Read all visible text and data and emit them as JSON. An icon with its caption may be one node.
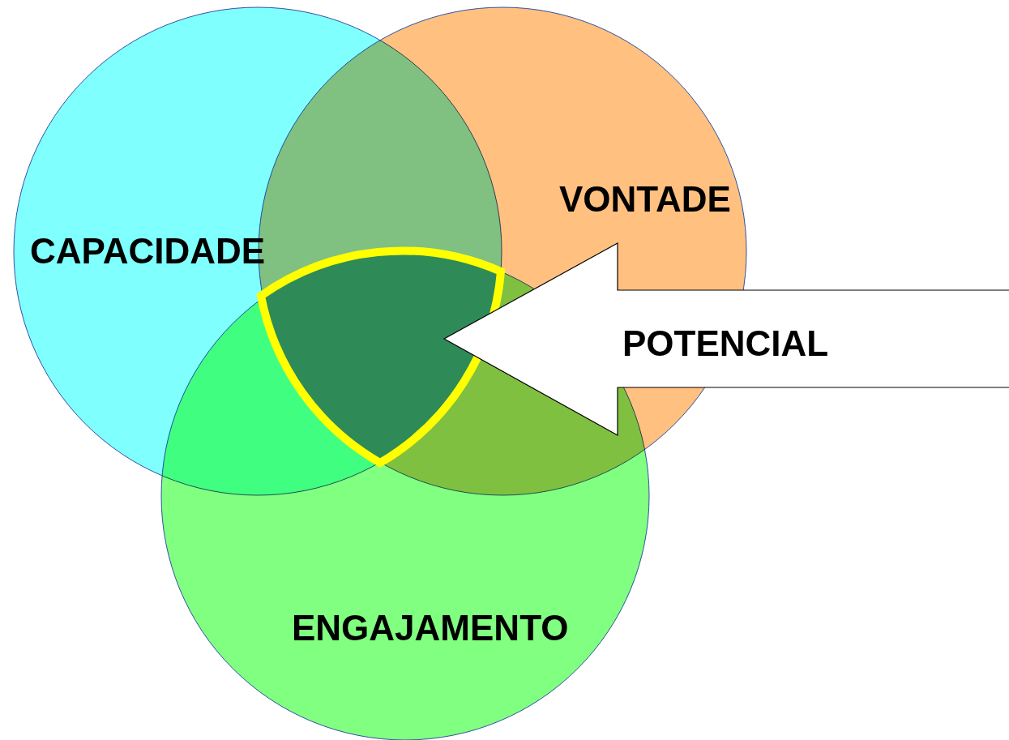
{
  "diagram": {
    "nodes": [
      {
        "text": [
          "CAPACIDADE"
        ]
      },
      {
        "text": [
          "VONTADE"
        ]
      },
      {
        "text": [
          "ENGAJAMENTO"
        ]
      },
      {
        "text": [],
        "shape": "triangle"
      },
      {
        "text": [
          "POTENCIAL"
        ]
      }
    ],
    "edges": [
      {
        "from": 4,
        "to": 3,
        "arrow": "to"
      }
    ]
  }
}
